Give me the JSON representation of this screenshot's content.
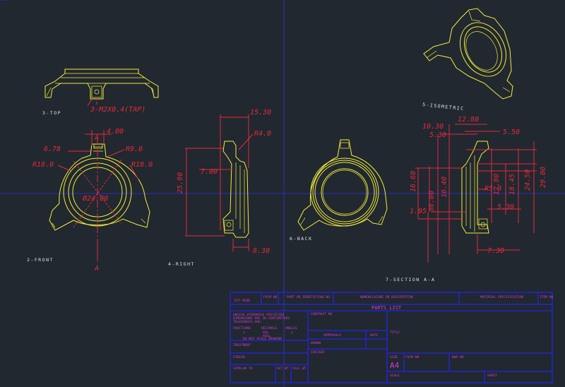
{
  "views": {
    "top": "3-TOP",
    "front": "2-FRONT",
    "right": "4-RIGHT",
    "back": "6-BACK",
    "section": "7-SECTION A-A",
    "isometric": "5-ISOMETRIC"
  },
  "section_marker": "A",
  "top_callout": "3-M2X0.4(TAP)",
  "front_dims": {
    "d1": "4.00",
    "d2": "6.78",
    "d3": "R9.0",
    "d4": "R18.0",
    "d5": "R18.0",
    "d6": "Ø24.00"
  },
  "right_dims": {
    "d1": "15.30",
    "d2": "R4.0",
    "d3": "7.00",
    "d4": "25.90",
    "d5": "8.30"
  },
  "section_dims": {
    "d1": "12.80",
    "d2": "10.30",
    "d3": "5.30",
    "d4": "5.50",
    "d5": "16.60",
    "d6": "1.95",
    "d7": "R5.0",
    "d8": "5.30",
    "d9": "7.30",
    "d10": "29.00",
    "d11": "24.50",
    "d12": "18.45",
    "d13": "17.80",
    "d14": "36.00",
    "d15": "16.40"
  },
  "title_block": {
    "h_qty": "QTY REQD",
    "h_fscm": "FSCM NO",
    "h_part": "PART OR IDENTIFYING NO",
    "h_nomen": "NOMENCLATURE OR DESCRIPTION",
    "h_material": "MATERIAL SPECIFICATION",
    "h_item": "ITEM NO",
    "parts_list": "PARTS LIST",
    "unless_1": "UNLESS OTHERWISE SPECIFIED",
    "unless_2": "DIMENSIONS ARE IN CENTIMETERS",
    "unless_3": "TOLERANCES ARE:",
    "fractions": "FRACTIONS",
    "decimals": "DECIMALS",
    "angles": "ANGLES",
    "frac_val": "±",
    "dec_1": "XX±",
    "dec_2": "XXX±",
    "ang_val": "±",
    "do_not_scale": "DO NOT SCALE DRAWING",
    "contract": "CONTRACT NO",
    "approvals": "APPROVALS",
    "date": "DATE",
    "drawn": "DRAWN",
    "checked": "CHECKED",
    "title": "TITLE",
    "treatment": "TREATMENT",
    "finish": "FINISH",
    "similar": "SIMILAR TO",
    "act_wt": "ACT WT",
    "calc_wt": "CALC WT",
    "size": "SIZE",
    "fscm_no": "FSCM NO",
    "dwg_no": "DWG NO",
    "size_val": "A4",
    "scale": "SCALE",
    "sheet": "SHEET"
  }
}
